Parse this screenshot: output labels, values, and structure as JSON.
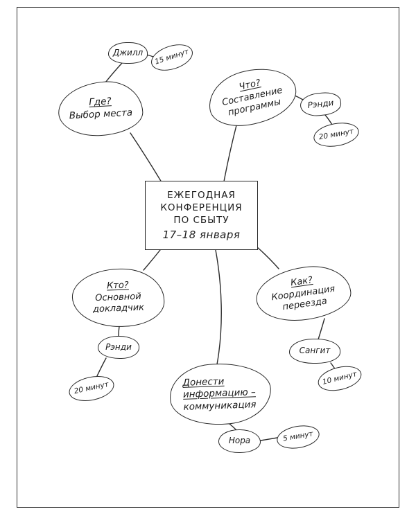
{
  "colors": {
    "ink": "#2a2a2a",
    "paper": "#ffffff"
  },
  "center": {
    "line1": "ЕЖЕГОДНАЯ",
    "line2": "КОНФЕРЕНЦИЯ",
    "line3": "ПО СБЫТУ",
    "line4": "17–18 января"
  },
  "branches": {
    "where": {
      "question": "Где?",
      "topic": "Выбор места",
      "person": "Джилл",
      "duration": "15 минут"
    },
    "what": {
      "question": "Что?",
      "topic_line1": "Составление",
      "topic_line2": "программы",
      "person": "Рэнди",
      "duration": "20 минут"
    },
    "who": {
      "question": "Кто?",
      "topic_line1": "Основной",
      "topic_line2": "докладчик",
      "person": "Рэнди",
      "duration": "20 минут"
    },
    "how": {
      "question": "Как?",
      "topic_line1": "Координация",
      "topic_line2": "переезда",
      "person": "Сангит",
      "duration": "10 минут"
    },
    "communication": {
      "line1": "Донести",
      "line2": "информацию –",
      "line3": "коммуникация",
      "person": "Нора",
      "duration": "5 минут"
    }
  }
}
